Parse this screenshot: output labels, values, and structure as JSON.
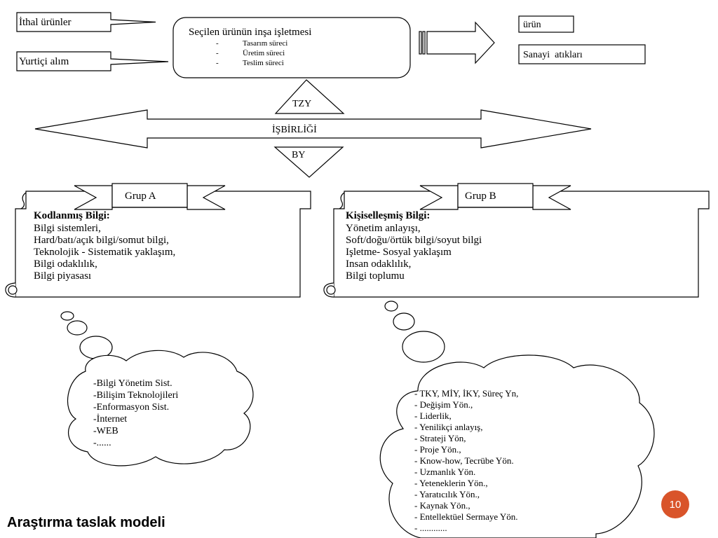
{
  "inputs": {
    "import_label": "İthal ürünler",
    "domestic_label": "Yurtiçi alım"
  },
  "center_box": {
    "title": "Seçilen ürünün inşa işletmesi",
    "items": [
      "Tasarım süreci",
      "Üretim süreci",
      "Teslim süreci"
    ]
  },
  "outputs": {
    "product_label": "ürün",
    "waste_label": "Sanayi  atıkları"
  },
  "top_triangle_label": "TZY",
  "bottom_triangle_label": "BY",
  "arrow_label": "İŞBİRLİĞİ",
  "group_a": {
    "tab": "Grup A",
    "heading": "Kodlanmış Bilgi:",
    "lines": [
      "Bilgi sistemleri,",
      "Hard/batı/açık bilgi/somut bilgi,",
      "Teknolojik - Sistematik yaklaşım,",
      "Bilgi odaklılık,",
      "Bilgi piyasası"
    ]
  },
  "group_b": {
    "tab": "Grup B",
    "heading": "Kişiselleşmiş Bilgi:",
    "lines": [
      "Yönetim anlayışı,",
      "Soft/doğu/örtük bilgi/soyut bilgi",
      "Işletme- Sosyal yaklaşım",
      "Insan odaklılık,",
      "Bilgi toplumu"
    ]
  },
  "cloud_a": {
    "lines": [
      "-Bilgi Yönetim Sist.",
      "-Bilişim Teknolojileri",
      "-Enformasyon Sist.",
      "-İnternet",
      "-WEB",
      "-......"
    ]
  },
  "cloud_b": {
    "lines": [
      "- TKY, MİY, İKY, Süreç Yn,",
      "- Değişim Yön.,",
      "- Liderlik,",
      "- Yenilikçi anlayış,",
      "- Strateji Yön,",
      "- Proje Yön.,",
      "- Know-how, Tecrübe Yön.",
      "- Uzmanlık Yön.",
      "- Yeteneklerin Yön.,",
      "- Yaratıcılık Yön.,",
      "- Kaynak Yön.,",
      "- Entellektüel Sermaye Yön.",
      "- ............"
    ]
  },
  "footer": {
    "title": "Araştırma taslak modeli",
    "page_number": "10"
  },
  "colors": {
    "badge": "#d9542a",
    "stroke": "#000000"
  }
}
